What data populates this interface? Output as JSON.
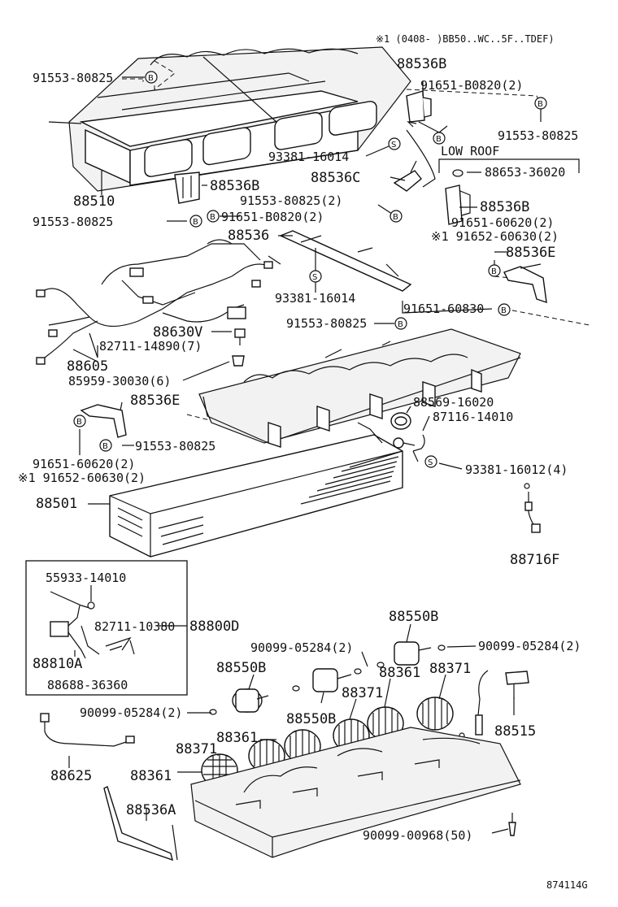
{
  "note_header": "※1  (0408-    )BB50..WC..5F..TDEF)",
  "low_roof_label": "LOW ROOF",
  "figure_id": "874114G",
  "marker_b": "B",
  "marker_s": "S",
  "labels": {
    "l1": "91553-80825",
    "l2": "88536B",
    "l3": "91651-B0820(2)",
    "l4": "91553-80825",
    "l5": "93381-16014",
    "l6": "88536C",
    "l7": "88653-36020",
    "l8": "88510",
    "l9": "88536B",
    "l10": "91553-80825(2)",
    "l11": "88536B",
    "l12": "91553-80825",
    "l13": "91651-B0820(2)",
    "l14": "91651-60620(2)",
    "l15": "※1 91652-60630(2)",
    "l16": "88536",
    "l17": "88536E",
    "l18": "93381-16014",
    "l19": "91651-60830",
    "l20": "91553-80825",
    "l21": "88630V",
    "l22": "82711-14890(7)",
    "l23": "88605",
    "l24": "85959-30030(6)",
    "l25": "88536E",
    "l26": "88569-16020",
    "l27": "87116-14010",
    "l28": "91553-80825",
    "l29": "91651-60620(2)",
    "l30": "※1 91652-60630(2)",
    "l31": "93381-16012(4)",
    "l32": "88501",
    "l33": "88716F",
    "l34": "55933-14010",
    "l35": "82711-10380",
    "l36": "88800D",
    "l37": "88810A",
    "l38": "88688-36360",
    "l39": "88550B",
    "l40": "90099-05284(2)",
    "l41": "90099-05284(2)",
    "l42": "88550B",
    "l43": "88361",
    "l44": "88371",
    "l45": "90099-05284(2)",
    "l46": "88371",
    "l47": "88550B",
    "l48": "88515",
    "l49": "88371",
    "l50": "88361",
    "l51": "88625",
    "l52": "88361",
    "l53": "88536A",
    "l54": "90099-00968(50)"
  }
}
